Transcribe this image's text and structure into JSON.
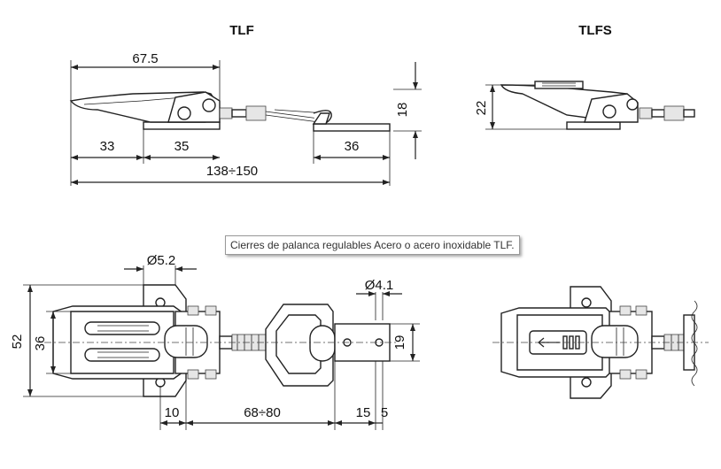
{
  "titles": {
    "tlf": "TLF",
    "tlfs": "TLFS"
  },
  "dims": {
    "top_length": "67.5",
    "height_tlf": "18",
    "left_seg": "33",
    "mid_seg": "35",
    "right_seg": "36",
    "overall": "138÷150",
    "height_tlfs": "22",
    "hole_dia_left": "Ø5.2",
    "hole_dia_right": "Ø4.1",
    "base_height": "52",
    "inner_height": "36",
    "bracket_width": "19",
    "bottom_10": "10",
    "bottom_range": "68÷80",
    "bottom_15": "15",
    "bottom_5": "5"
  },
  "tooltip": "Cierres de palanca regulables Acero o acero inoxidable TLF."
}
